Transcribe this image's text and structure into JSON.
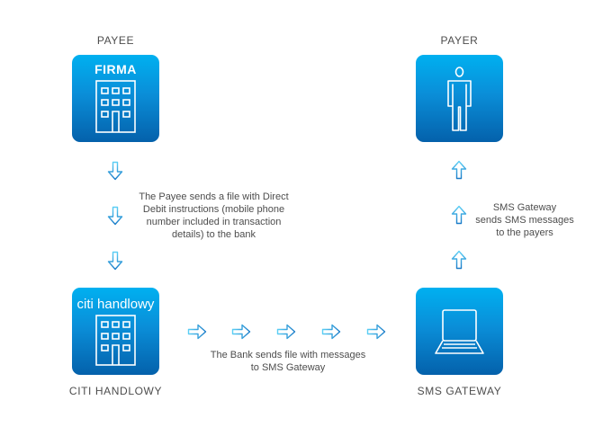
{
  "nodes": {
    "payee": {
      "label": "PAYEE",
      "box_text": "FIRMA",
      "icon": "office-building-icon"
    },
    "payer": {
      "label": "PAYER",
      "icon": "person-icon"
    },
    "bank": {
      "label": "CITI HANDLOWY",
      "box_text": "citi handlowy",
      "icon": "office-building-icon"
    },
    "gateway": {
      "label": "SMS GATEWAY",
      "icon": "laptop-icon"
    }
  },
  "steps": {
    "payee_to_bank": {
      "direction": "down",
      "arrow_count": 3,
      "lines": [
        "The Payee sends a file with Direct",
        "Debit instructions (mobile phone",
        "number included in transaction",
        "details) to the bank"
      ]
    },
    "bank_to_gateway": {
      "direction": "right",
      "arrow_count": 5,
      "lines": [
        "The Bank sends file with messages",
        "to SMS Gateway"
      ]
    },
    "gateway_to_payer": {
      "direction": "up",
      "arrow_count": 3,
      "lines": [
        "SMS Gateway",
        "sends SMS messages",
        "to the payers"
      ]
    }
  },
  "colors": {
    "box_gradient_top": "#00b0f0",
    "box_gradient_bottom": "#0461ab",
    "arrow_light": "#5ccff5",
    "arrow_dark": "#1a7cc8",
    "text": "#4d4d4d"
  }
}
